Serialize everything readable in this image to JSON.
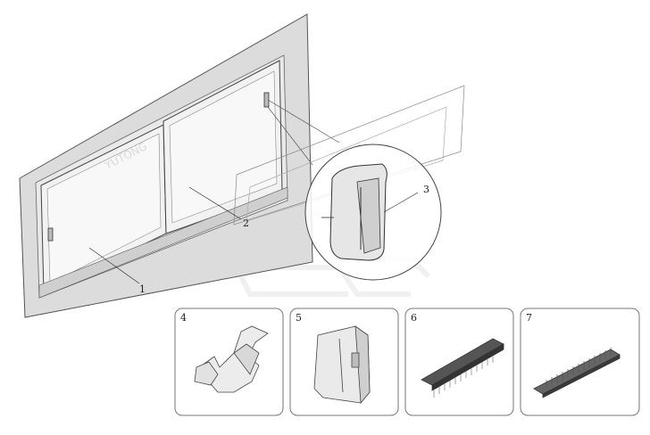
{
  "callouts": {
    "c1": "1",
    "c2": "2",
    "c3": "3"
  },
  "panels": [
    {
      "label": "4"
    },
    {
      "label": "5"
    },
    {
      "label": "6"
    },
    {
      "label": "7"
    }
  ],
  "watermark": "YUTONG",
  "colors": {
    "frame": "#dcdcdc",
    "glass": "#f4f4f4",
    "stroke": "#555555",
    "panel_border": "#777777"
  }
}
